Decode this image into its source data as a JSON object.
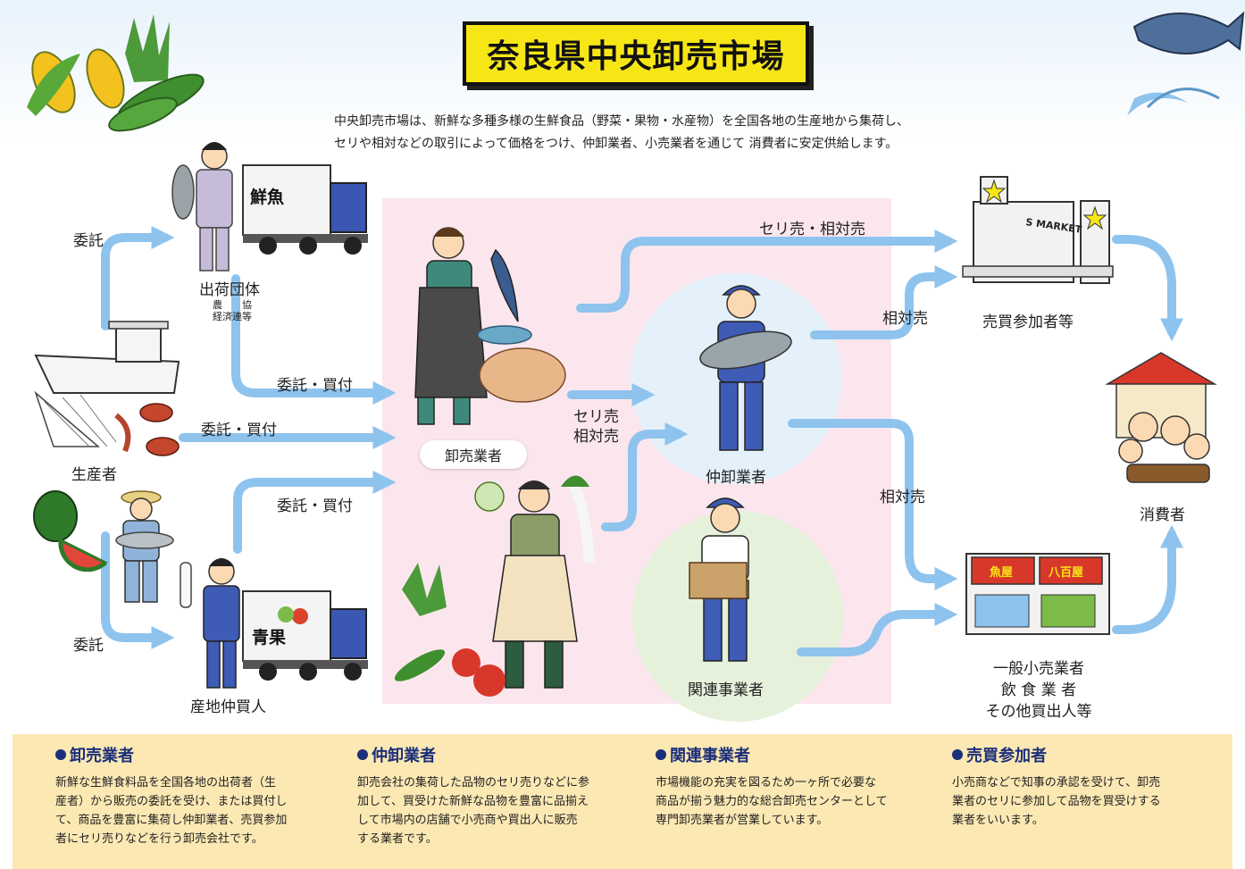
{
  "title": "奈良県中央卸売市場",
  "intro": [
    "中央卸売市場は、新鮮な多種多様の生鮮食品（野菜・果物・水産物）を全国各地の生産地から集荷し、",
    "セリや相対などの取引によって価格をつけ、仲卸業者、小売業者を通じて 消費者に安定供給します。"
  ],
  "nodes": {
    "shipping_group": "出荷団体",
    "shipping_group_sub1": "農　　協",
    "shipping_group_sub2": "経済連等",
    "producer": "生産者",
    "local_broker": "産地仲買人",
    "wholesaler": "卸売業者",
    "intermediate": "仲卸業者",
    "related": "関連事業者",
    "buying_participants": "売買参加者等",
    "consumer": "消費者",
    "retailer_1": "一般小売業者",
    "retailer_2": "飲 食 業 者",
    "retailer_3": "その他買出人等"
  },
  "flow_labels": {
    "consign_top": "委託",
    "consign_bottom": "委託",
    "consign_buy_1": "委託・買付",
    "consign_buy_2": "委託・買付",
    "consign_buy_3": "委託・買付",
    "auction_relative": "セリ売・相対売",
    "relative_1": "相対売",
    "relative_2": "相対売",
    "auction_1": "セリ売",
    "auction_2": "相対売"
  },
  "illustration_text": {
    "truck_fish": "鮮魚",
    "truck_veg": "青果",
    "supermarket_sign": "S MARKET",
    "shop_fish": "魚屋",
    "shop_veg": "八百屋"
  },
  "definitions": [
    {
      "heading": "卸売業者",
      "lines": [
        "新鮮な生鮮食料品を全国各地の出荷者（生",
        "産者）から販売の委託を受け、または買付し",
        "て、商品を豊富に集荷し仲卸業者、売買参加",
        "者にセリ売りなどを行う卸売会社です。"
      ]
    },
    {
      "heading": "仲卸業者",
      "lines": [
        "卸売会社の集荷した品物のセリ売りなどに参",
        "加して、買受けた新鮮な品物を豊富に品揃え",
        "して市場内の店舗で小売商や買出人に販売",
        "する業者です。"
      ]
    },
    {
      "heading": "関連事業者",
      "lines": [
        "市場機能の充実を図るため一ヶ所で必要な",
        "商品が揃う魅力的な総合卸売センターとして",
        "専門卸売業者が営業しています。"
      ]
    },
    {
      "heading": "売買参加者",
      "lines": [
        "小売商などで知事の承認を受けて、卸売",
        "業者のセリに参加して品物を買受けする",
        "業者をいいます。"
      ]
    }
  ],
  "colors": {
    "title_bg": "#f7e616",
    "arrow": "#8ec3ee",
    "panel": "#fbe6ee",
    "bottom_bg": "#fbe8b3",
    "heading": "#1c2f7a"
  }
}
